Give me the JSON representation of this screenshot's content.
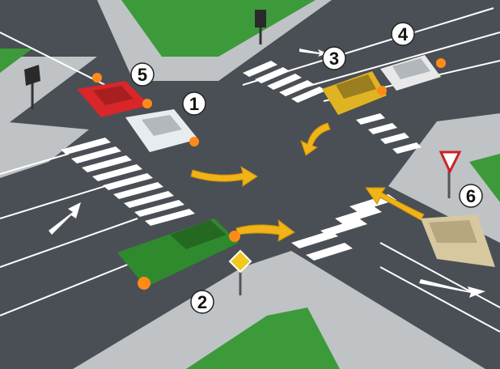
{
  "scene": {
    "description_free": true,
    "vehicles": [
      {
        "id": "1",
        "label": "1",
        "color": "#e9ecef",
        "type": "sedan"
      },
      {
        "id": "2",
        "label": "2",
        "color": "#2f8a2d",
        "type": "pickup-truck"
      },
      {
        "id": "3",
        "label": "3",
        "color": "#e0b322",
        "type": "suv"
      },
      {
        "id": "4",
        "label": "4",
        "color": "#e8e8e8",
        "type": "sedan"
      },
      {
        "id": "5",
        "label": "5",
        "color": "#d8262a",
        "type": "sedan"
      },
      {
        "id": "6",
        "label": "6",
        "color": "#d8c8a0",
        "type": "armored-vehicle"
      }
    ],
    "colors": {
      "road": "#4a4f55",
      "sidewalk": "#bfc3c6",
      "grass": "#3c9a3a",
      "marking": "#ffffff",
      "arrow": "#f0b418",
      "indicator": "#ff8a1a"
    },
    "signs": [
      {
        "type": "yield-sign",
        "icon": "yield-sign-icon"
      },
      {
        "type": "priority-road-sign",
        "icon": "priority-road-sign-icon"
      },
      {
        "type": "traffic-light-far",
        "icon": "traffic-light-icon"
      },
      {
        "type": "traffic-light-left",
        "icon": "traffic-light-icon"
      }
    ]
  }
}
